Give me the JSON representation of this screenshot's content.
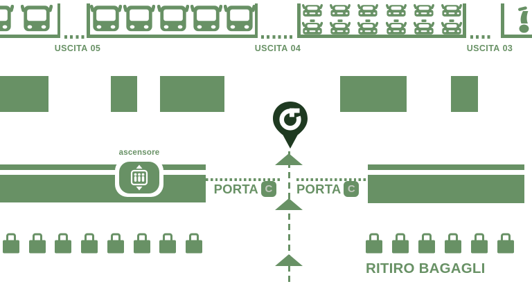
{
  "colors": {
    "green": "#689165",
    "green_dark": "#1f3a21",
    "badge_letter": "#c2c8bd",
    "background": "#ffffff"
  },
  "exits": [
    {
      "prefix": "USCITA",
      "number": "05"
    },
    {
      "prefix": "USCITA",
      "number": "04"
    },
    {
      "prefix": "USCITA",
      "number": "03"
    }
  ],
  "vehicles": {
    "bay_a_buses": 2,
    "bay_b_buses": 5,
    "bay_c_cars": 6,
    "bay_c_taxis": 6
  },
  "elevator": {
    "label": "ascensore"
  },
  "doors": {
    "left": {
      "label": "PORTA",
      "letter": "C"
    },
    "right": {
      "label": "PORTA",
      "letter": "C"
    }
  },
  "baggage": {
    "label": "RITIRO BAGAGLI",
    "left_count": 8,
    "right_count": 6
  },
  "icons": [
    "bus-front-icon",
    "car-front-icon",
    "taxi-front-icon",
    "scooter-icon",
    "brand-location-pin",
    "elevator-icon",
    "suitcase-icon"
  ]
}
